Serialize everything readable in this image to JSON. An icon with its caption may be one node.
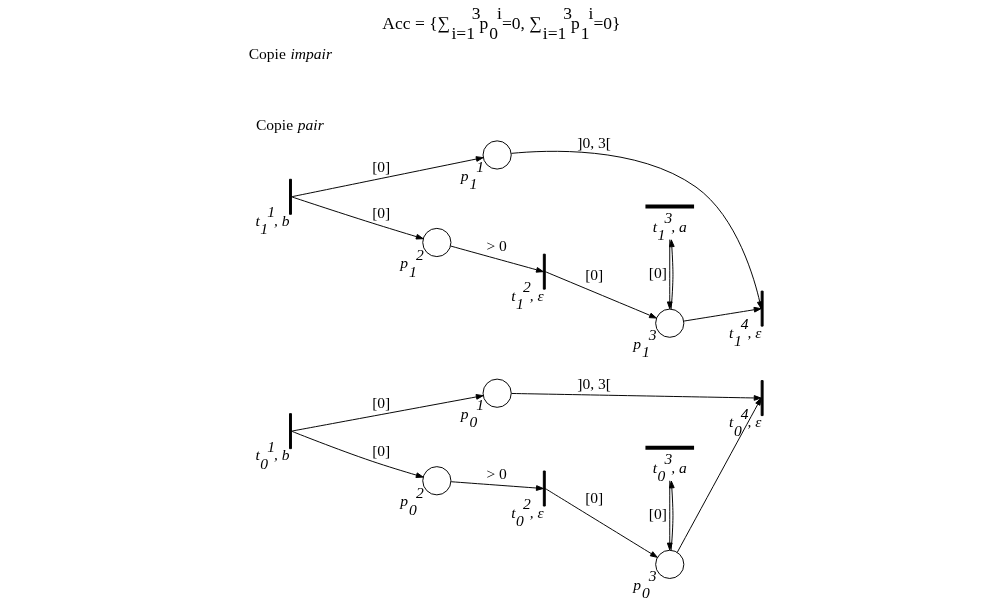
{
  "diagram": {
    "title": "Acc = {∑$_{i=1}$$^{3}$p$_{0}$$^{i}$=0, ∑$_{i=1}$$^{3}$p$_{1}$$^{i}$=0}",
    "nodes": [
      {
        "text": [],
        "shape": "bar",
        "beside": [
          "t$_{0}$$^{1}$, b"
        ]
      },
      {
        "text": [],
        "shape": "circle",
        "beside": [
          "p$_{0}$$^{1}$"
        ]
      },
      {
        "text": [],
        "shape": "bar",
        "beside": [
          "t$_{0}$$^{4}$, ε"
        ]
      },
      {
        "text": [],
        "shape": "circle",
        "beside": [
          "p$_{0}$$^{2}$"
        ]
      },
      {
        "text": [],
        "shape": "bar",
        "beside": [
          "t$_{0}$$^{2}$, ε"
        ]
      },
      {
        "text": [],
        "shape": "circle",
        "beside": [
          "p$_{0}$$^{3}$"
        ]
      },
      {
        "text": [],
        "shape": "bar",
        "beside": [
          "t$_{0}$$^{3}$, a"
        ]
      },
      {
        "text": [],
        "shape": "bar",
        "beside": [
          "t$_{1}$$^{1}$, b"
        ]
      },
      {
        "text": [],
        "shape": "circle",
        "beside": [
          "p$_{1}$$^{1}$"
        ]
      },
      {
        "text": [],
        "shape": "bar",
        "beside": [
          "t$_{1}$$^{4}$, ε"
        ]
      },
      {
        "text": [],
        "shape": "circle",
        "beside": [
          "p$_{1}$$^{2}$"
        ]
      },
      {
        "text": [],
        "shape": "bar",
        "beside": [
          "t$_{1}$$^{2}$, ε"
        ]
      },
      {
        "text": [],
        "shape": "circle",
        "beside": [
          "p$_{1}$$^{3}$"
        ]
      },
      {
        "text": [],
        "shape": "bar",
        "beside": [
          "t$_{1}$$^{3}$, a"
        ]
      }
    ],
    "edges": [
      {
        "from": 0,
        "to": 1,
        "arrow": "to",
        "label": "[0]"
      },
      {
        "from": 1,
        "to": 2,
        "arrow": "to",
        "label": "]0, 3["
      },
      {
        "from": 0,
        "to": 3,
        "arrow": "to",
        "label": "[0]"
      },
      {
        "from": 3,
        "to": 4,
        "arrow": "to",
        "label": "> 0"
      },
      {
        "from": 4,
        "to": 5,
        "arrow": "to",
        "label": "[0]"
      },
      {
        "from": 5,
        "to": 2,
        "arrow": "to"
      },
      {
        "from": 5,
        "to": 6,
        "arrow": "to"
      },
      {
        "from": 6,
        "to": 5,
        "arrow": "to",
        "label": "[0]"
      },
      {
        "from": 7,
        "to": 8,
        "arrow": "to",
        "label": "[0]"
      },
      {
        "from": 8,
        "to": 9,
        "arrow": "to",
        "label": "]0, 3["
      },
      {
        "from": 7,
        "to": 10,
        "arrow": "to",
        "label": "[0]"
      },
      {
        "from": 10,
        "to": 11,
        "arrow": "to",
        "label": "> 0"
      },
      {
        "from": 11,
        "to": 12,
        "arrow": "to",
        "label": "[0]"
      },
      {
        "from": 12,
        "to": 9,
        "arrow": "to"
      },
      {
        "from": 12,
        "to": 13,
        "arrow": "to"
      },
      {
        "from": 13,
        "to": 12,
        "arrow": "to",
        "label": "[0]"
      }
    ],
    "labels": [
      "Copie *pair*",
      "Copie *impair*"
    ]
  }
}
